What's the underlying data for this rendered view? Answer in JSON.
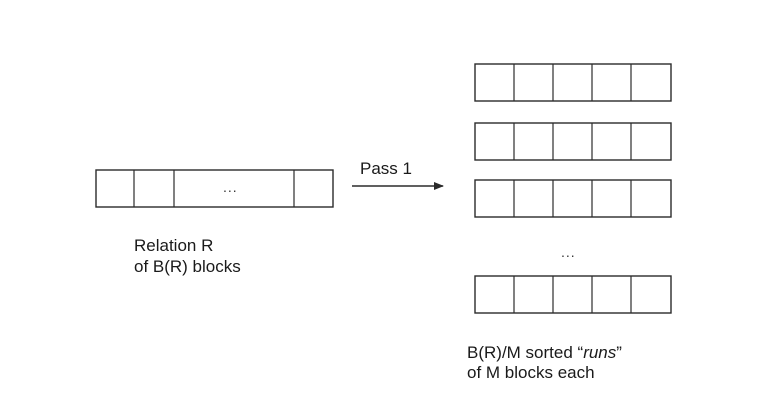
{
  "relation": {
    "ellipsis": "...",
    "label_line1": "Relation R",
    "label_line2": "of B(R) blocks"
  },
  "arrow": {
    "label": "Pass 1"
  },
  "runs": {
    "ellipsis": "...",
    "label_line1_prefix": "B(R)/M sorted “",
    "label_line1_italic": "runs",
    "label_line1_suffix": "”",
    "label_line2": "of M blocks each"
  },
  "colors": {
    "stroke": "#2b2b2b",
    "text": "#1a1a1a"
  }
}
